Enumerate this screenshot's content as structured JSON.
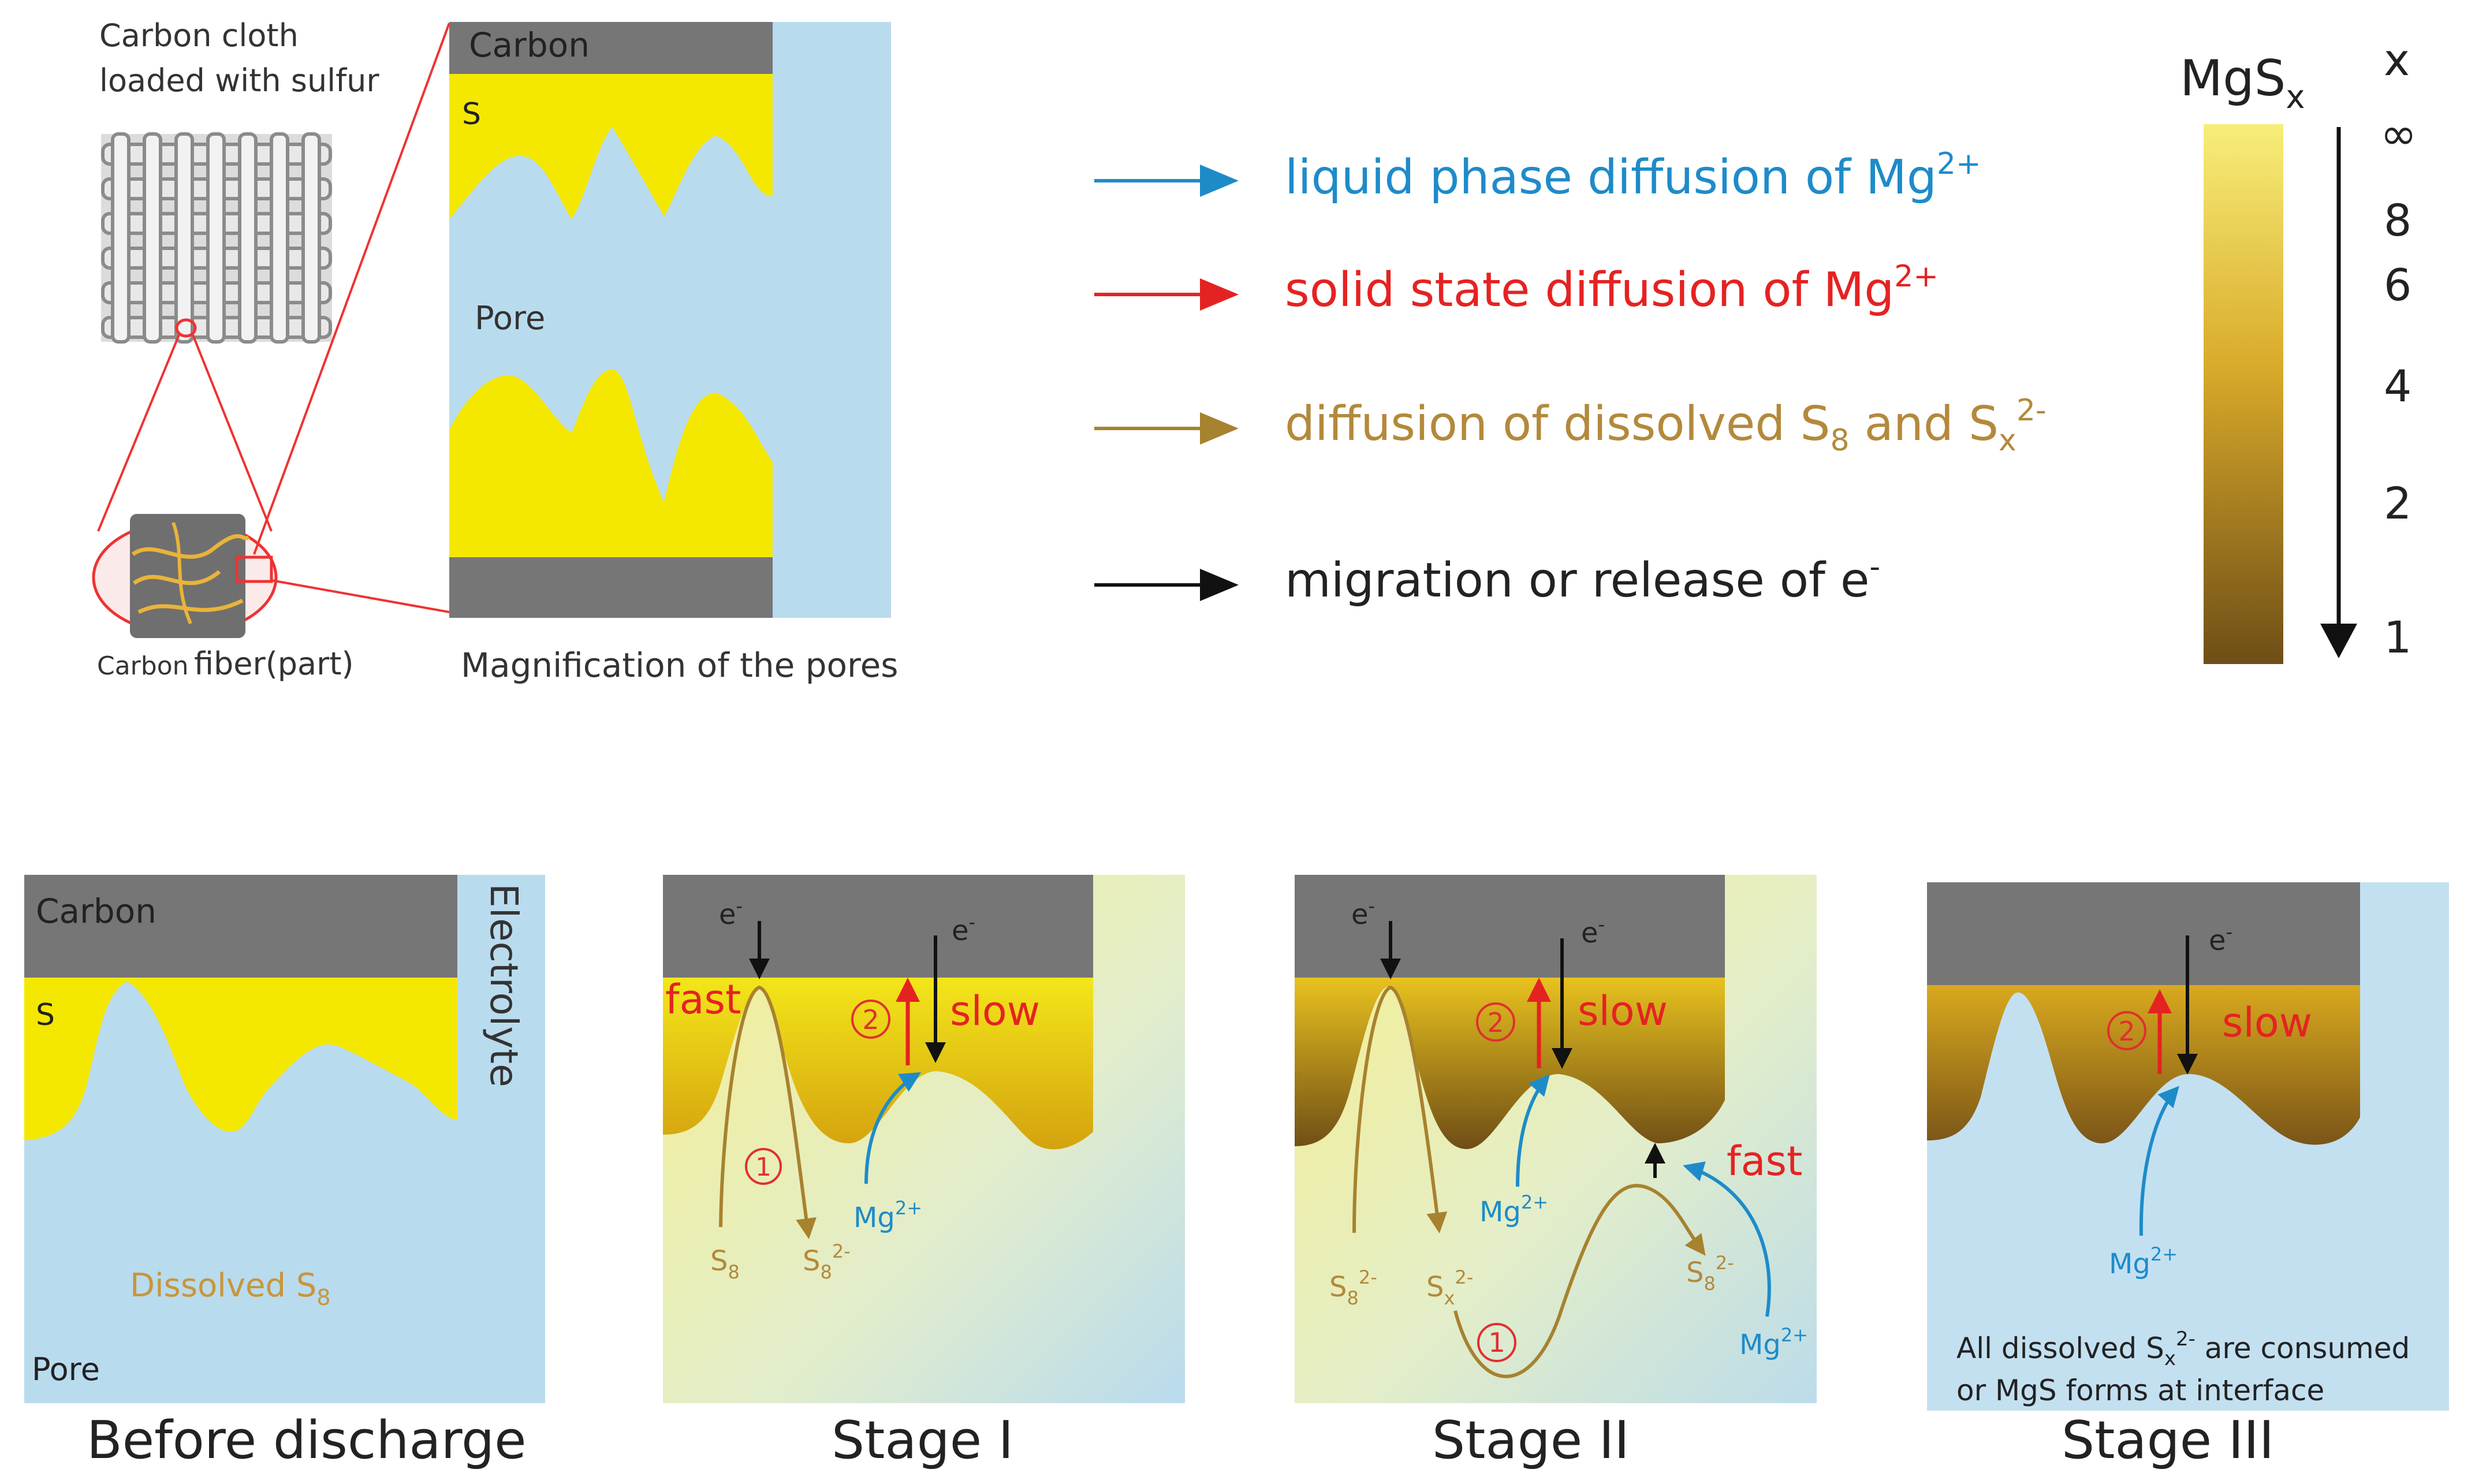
{
  "colors": {
    "carbon": "#767676",
    "sulfur": "#f4e800",
    "electrolyte": "#b9dbee",
    "mg_blue": "#1e8bc9",
    "solid_red": "#e52222",
    "polysulfide_brown": "#b3893b",
    "electron_black": "#111111",
    "loop_red": "#e03030",
    "mgsx_top": "#f7ee7a",
    "mgsx_mid": "#d9aa2a",
    "mgsx_bottom": "#6e4e17"
  },
  "top_left": {
    "cloth_label_line1": "Carbon cloth",
    "cloth_label_line2": "loaded with sulfur",
    "fiber_label_prefix": "Carbon",
    "fiber_label_main": "fiber(part)",
    "magnification_label": "Magnification of the pores",
    "pore_carbon_label": "Carbon",
    "pore_s_label": "S",
    "pore_label": "Pore"
  },
  "legend": {
    "items": [
      {
        "arrow": "blue",
        "text": "liquid phase diffusion of Mg",
        "sup": "2+"
      },
      {
        "arrow": "red",
        "text": "solid state diffusion of Mg",
        "sup": "2+"
      },
      {
        "arrow": "brown",
        "text_a": "diffusion of dissolved S",
        "sub_a": "8",
        "text_b": " and S",
        "sub_b": "x",
        "sup_b": "2-"
      },
      {
        "arrow": "black",
        "text": "migration or release of e",
        "sup": "-"
      }
    ]
  },
  "colorbar": {
    "title_main": "MgS",
    "title_sub": "x",
    "axis_label": "x",
    "ticks": [
      "∞",
      "8",
      "6",
      "4",
      "2",
      "1"
    ]
  },
  "panels": {
    "before": {
      "title": "Before discharge",
      "carbon": "Carbon",
      "s": "S",
      "electrolyte": "Electrolyte",
      "dissolved_main": "Dissolved S",
      "dissolved_sub": "8",
      "pore": "Pore"
    },
    "stage1": {
      "title": "Stage I",
      "e1": "e",
      "e1_sup": "-",
      "e2": "e",
      "e2_sup": "-",
      "fast": "fast",
      "slow": "slow",
      "circle2": "2",
      "circle1": "1",
      "s8": "S",
      "s8_sub": "8",
      "s8b": "S",
      "s8b_sub": "8",
      "s8b_sup": "2-",
      "mg": "Mg",
      "mg_sup": "2+"
    },
    "stage2": {
      "title": "Stage II",
      "e1": "e",
      "e1_sup": "-",
      "e2": "e",
      "e2_sup": "-",
      "slow": "slow",
      "fast": "fast",
      "circle2": "2",
      "circle1": "1",
      "s8": "S",
      "s8_sub": "8",
      "s8_sup": "2-",
      "sx": "S",
      "sx_sub": "x",
      "sx_sup": "2-",
      "s8c": "S",
      "s8c_sub": "8",
      "s8c_sup": "2-",
      "mg1": "Mg",
      "mg1_sup": "2+",
      "mg2": "Mg",
      "mg2_sup": "2+"
    },
    "stage3": {
      "title": "Stage III",
      "e": "e",
      "e_sup": "-",
      "slow": "slow",
      "circle2": "2",
      "mg": "Mg",
      "mg_sup": "2+",
      "note_line1_a": "All dissolved S",
      "note_line1_sub": "x",
      "note_line1_sup": "2-",
      "note_line1_b": " are consumed",
      "note_line2": "or MgS forms at interface"
    }
  }
}
